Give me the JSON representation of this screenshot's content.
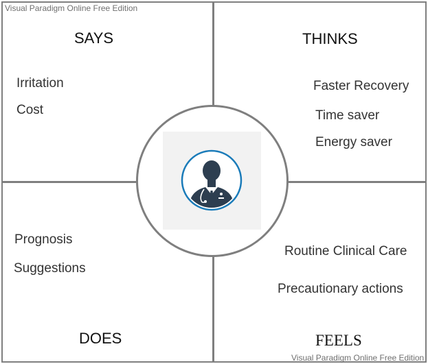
{
  "watermark": {
    "top": "Visual Paradigm Online Free Edition",
    "bottom": "Visual Paradigm Online Free Edition"
  },
  "quadrants": {
    "says": {
      "title": "SAYS",
      "items": [
        "Irritation",
        "Cost"
      ]
    },
    "thinks": {
      "title": "THINKS",
      "items": [
        "Faster Recovery",
        "Time saver",
        "Energy saver"
      ]
    },
    "does": {
      "title": "DOES",
      "items": [
        "Prognosis",
        "Suggestions"
      ]
    },
    "feels": {
      "title": "FEELS",
      "items": [
        "Routine Clinical Care",
        "Precautionary actions"
      ]
    }
  },
  "center": {
    "icon": "doctor-avatar-icon",
    "accent_color": "#1a7bb9",
    "figure_color": "#2d3e50"
  },
  "colors": {
    "frame": "#7f7f7f",
    "avatar_background": "#f2f2f2"
  }
}
